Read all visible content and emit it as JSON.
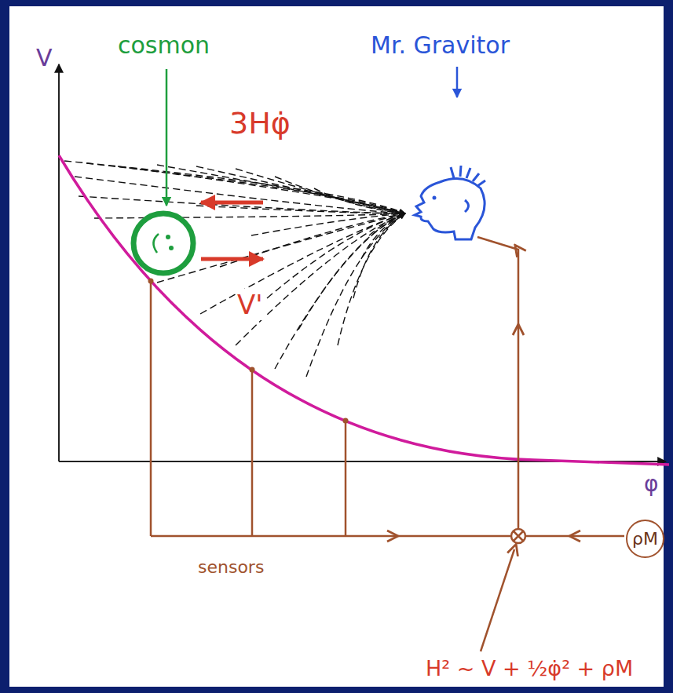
{
  "diagram": {
    "nodes": [
      {
        "text": [
          "ρM"
        ]
      }
    ],
    "labels": [
      "V",
      "cosmon",
      "Mr. Gravitor",
      "3Hφ̇",
      "V'",
      "φ",
      "sensors",
      "H² ~ V + ½φ̇² + ρM"
    ]
  }
}
